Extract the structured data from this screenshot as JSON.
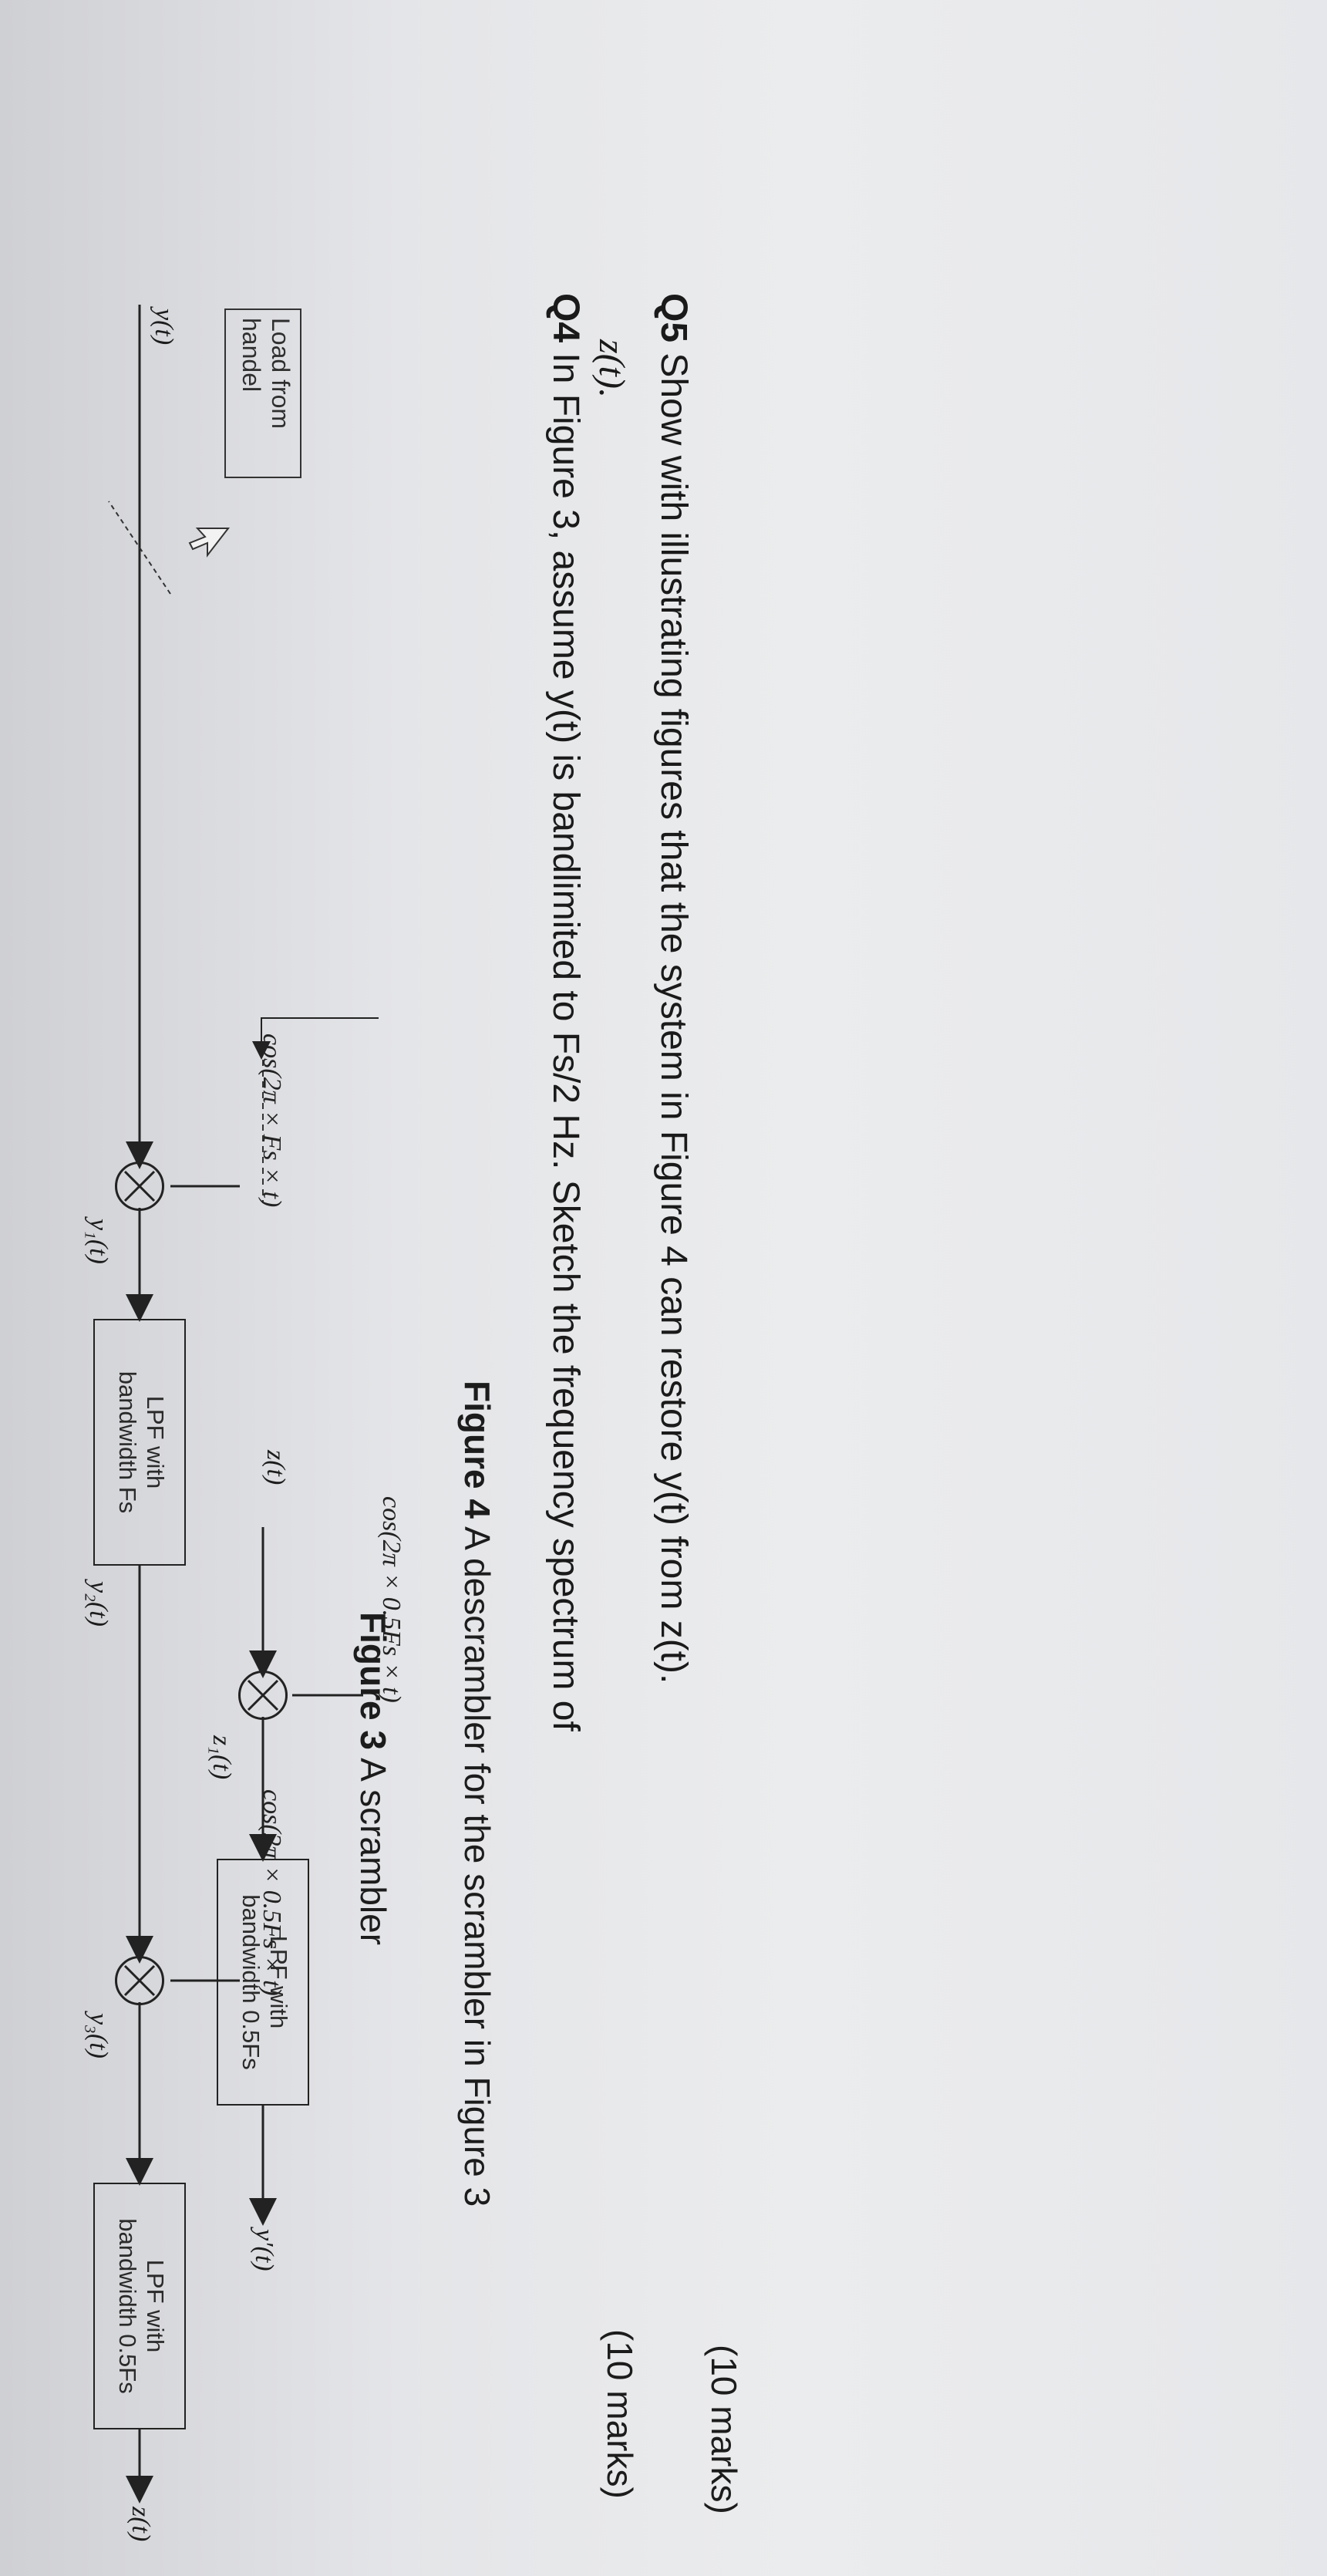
{
  "figure3": {
    "input_signal": "y(t)",
    "mixer1_label": "y₁(t)",
    "mixer2_label": "y₂(t)",
    "mixer3_label": "y₃(t)",
    "output_signal": "z(t)",
    "lpf1_line1": "LPF with",
    "lpf1_line2": "bandwidth Fs",
    "lpf2_line1": "LPF with",
    "lpf2_line2": "bandwidth 0.5Fs",
    "cosine1": "cos(2π × Fs × t)",
    "cosine2": "cos(2π × 0.5Fs × t)",
    "load_line1": "Load from",
    "load_line2": "handel",
    "caption_bold": "Figure 3",
    "caption_text": " A scrambler"
  },
  "figure4": {
    "input_signal": "z(t)",
    "mixer_label": "z₁(t)",
    "lpf_line1": "LPF with",
    "lpf_line2": "bandwidth 0.5Fs",
    "output_signal": "y′(t)",
    "cosine": "cos(2π × 0.5Fs × t)",
    "caption_bold": "Figure 4",
    "caption_text": " A descrambler for the scrambler in Figure 3"
  },
  "questions": {
    "q4_label": "Q4",
    "q4_line1": " In Figure 3, assume y(t) is bandlimited to Fs/2 Hz. Sketch the frequency spectrum of",
    "q4_line2": "z(t).",
    "q4_marks": "(10 marks)",
    "q5_label": "Q5",
    "q5_text": " Show with illustrating figures that the system in Figure 4 can restore y(t) from z(t).",
    "q5_marks": "(10 marks)"
  }
}
